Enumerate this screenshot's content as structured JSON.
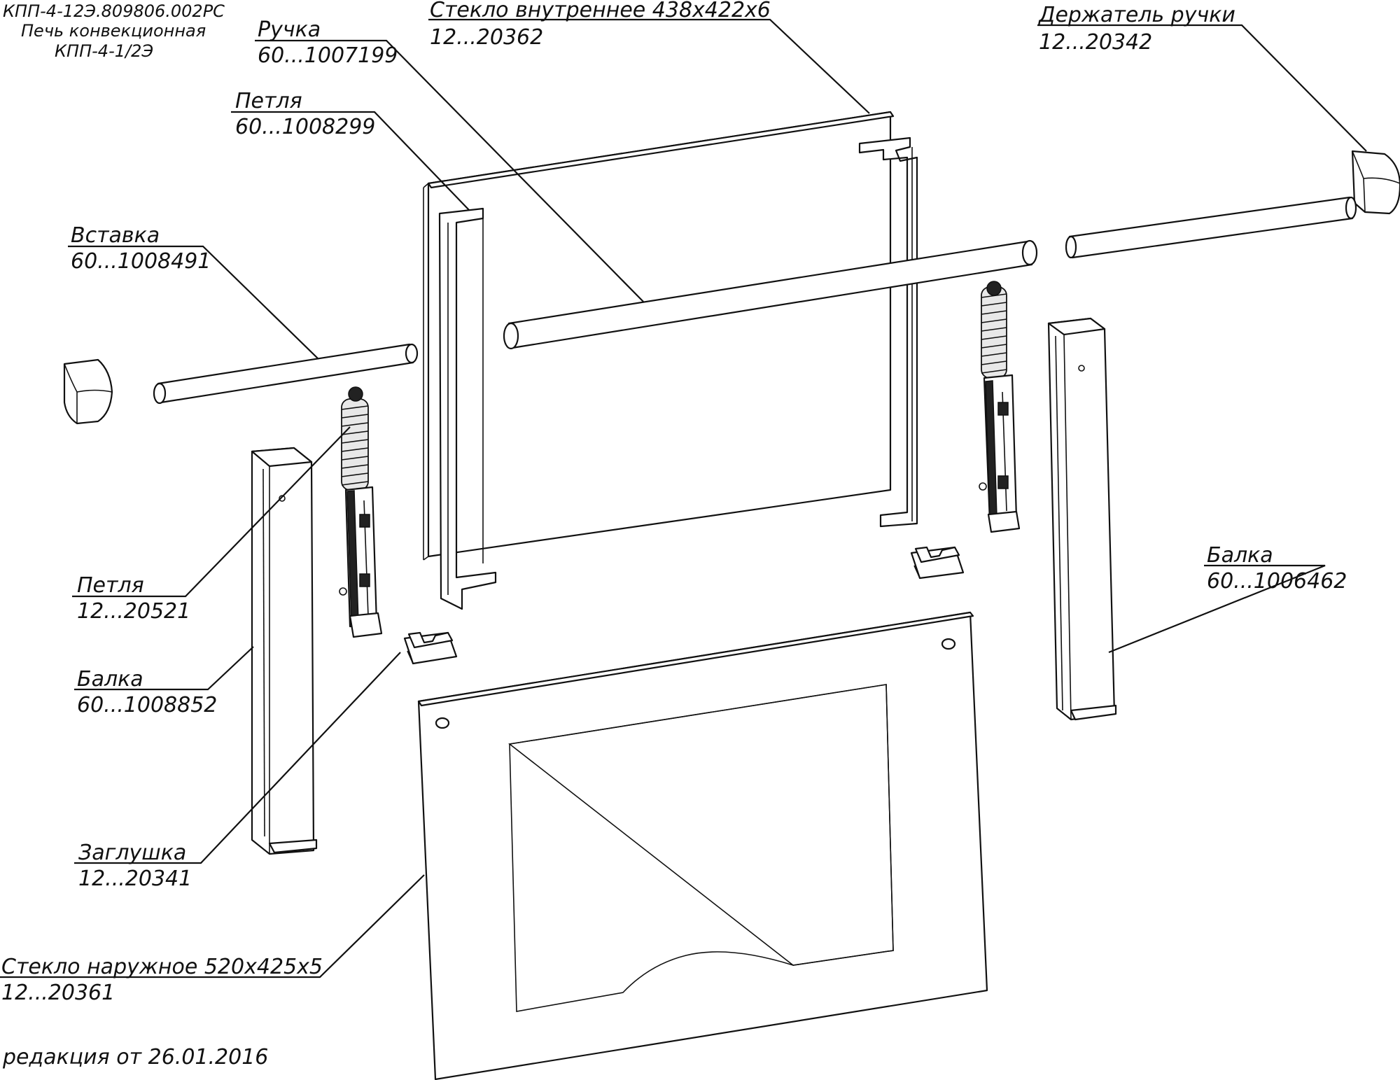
{
  "header": {
    "doc_number": "КПП-4-12Э.809806.002РС",
    "product_line1": "Печь конвекционная",
    "product_line2": "КПП-4-1/2Э"
  },
  "revision": "редакция от 26.01.2016",
  "callouts": [
    {
      "id": "glass-inner",
      "name": "Стекло внутреннее 438х422х6",
      "code": "12...20362"
    },
    {
      "id": "handle",
      "name": "Ручка",
      "code": "60...1007199"
    },
    {
      "id": "hinge-top",
      "name": "Петля",
      "code": "60...1008299"
    },
    {
      "id": "handle-holder",
      "name": "Держатель ручки",
      "code": "12...20342"
    },
    {
      "id": "insert",
      "name": "Вставка",
      "code": "60...1008491"
    },
    {
      "id": "hinge-left",
      "name": "Петля",
      "code": "12...20521"
    },
    {
      "id": "beam-left",
      "name": "Балка",
      "code": "60...1008852"
    },
    {
      "id": "beam-right",
      "name": "Балка",
      "code": "60...1006462"
    },
    {
      "id": "plug",
      "name": "Заглушка",
      "code": "12...20341"
    },
    {
      "id": "glass-outer",
      "name": "Стекло наружное 520х425х5",
      "code": "12...20361"
    }
  ]
}
